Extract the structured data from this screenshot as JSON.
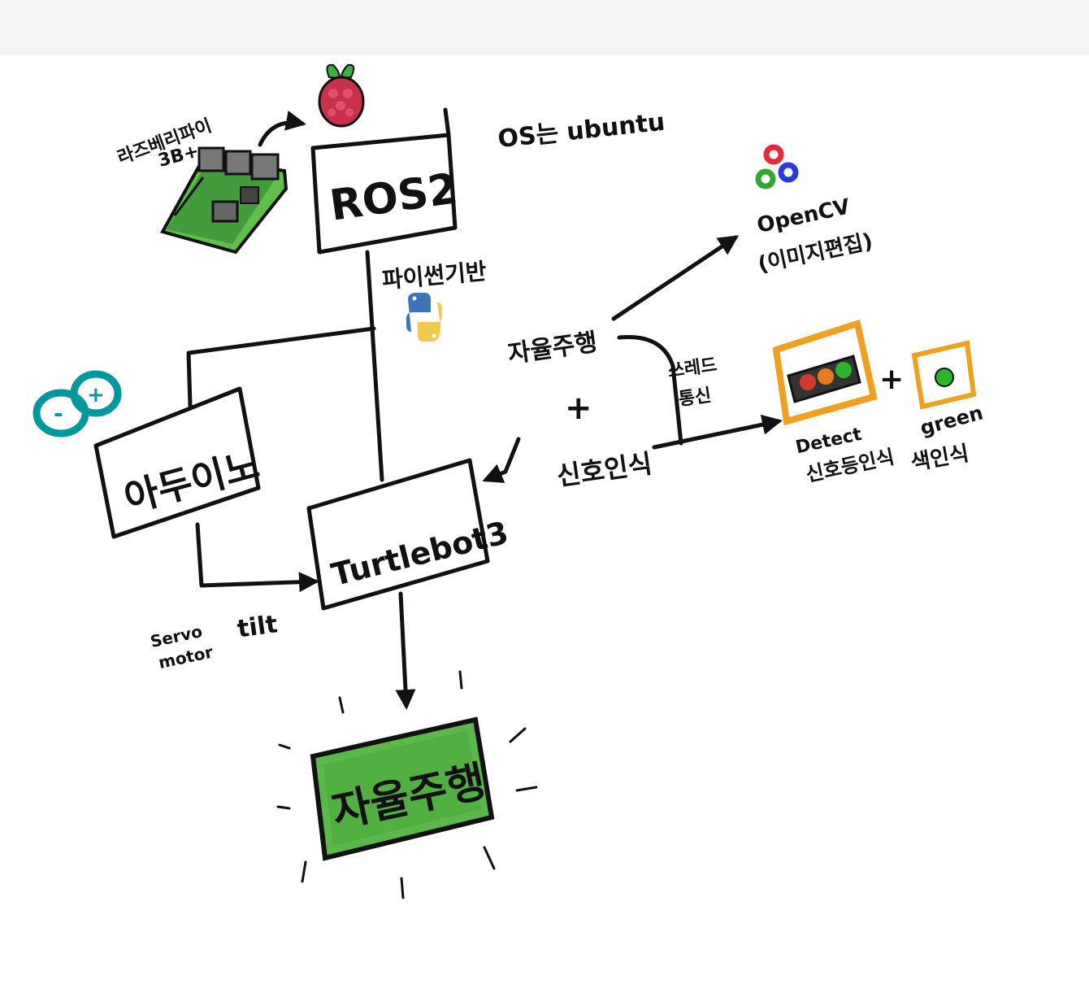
{
  "labels": {
    "rpi": "라즈베리파이",
    "rpi_model": "3B+",
    "ros": "ROS2",
    "os": "OS는 ubuntu",
    "python": "파이썬기반",
    "opencv": "OpenCV",
    "opencv_note": "(이미지편집)",
    "autonomous_top": "자율주행",
    "plus_main": "+",
    "signal": "신호인식",
    "thread_line1": "쓰레드",
    "thread_line2": "통신",
    "detect_line1": "Detect",
    "detect_line2": "신호등인식",
    "plus_side": "+",
    "green_line1": "green",
    "green_line2": "색인식",
    "arduino": "아두이노",
    "turtlebot": "Turtlebot3",
    "servo_line1": "Servo",
    "servo_line2": "motor",
    "tilt": "tilt",
    "autonomous_bottom": "자율주행",
    "arduino_logo_minus": "-",
    "arduino_logo_plus": "+"
  },
  "icons": {
    "rpi_board": "raspberry-pi-board-icon",
    "raspberry": "raspberry-logo-icon",
    "python": "python-logo-icon",
    "opencv": "opencv-logo-icon",
    "arduino": "arduino-logo-icon",
    "traffic_light": "traffic-light-icon",
    "green_dot": "green-light-icon"
  },
  "colors": {
    "ink": "#111111",
    "board_green": "#5fbf4a",
    "raspberry_red": "#c9304a",
    "arduino_teal": "#00979d",
    "highlight_orange": "#f0a020",
    "result_green": "#5cb84a",
    "light_green": "#2bb52b",
    "light_red": "#d23b2b",
    "light_orange": "#e87a20",
    "opencv_red": "#e8283a",
    "opencv_green": "#2ea82e",
    "opencv_blue": "#2a3bdc",
    "python_blue": "#3d74b8",
    "python_yellow": "#f2c94c"
  }
}
